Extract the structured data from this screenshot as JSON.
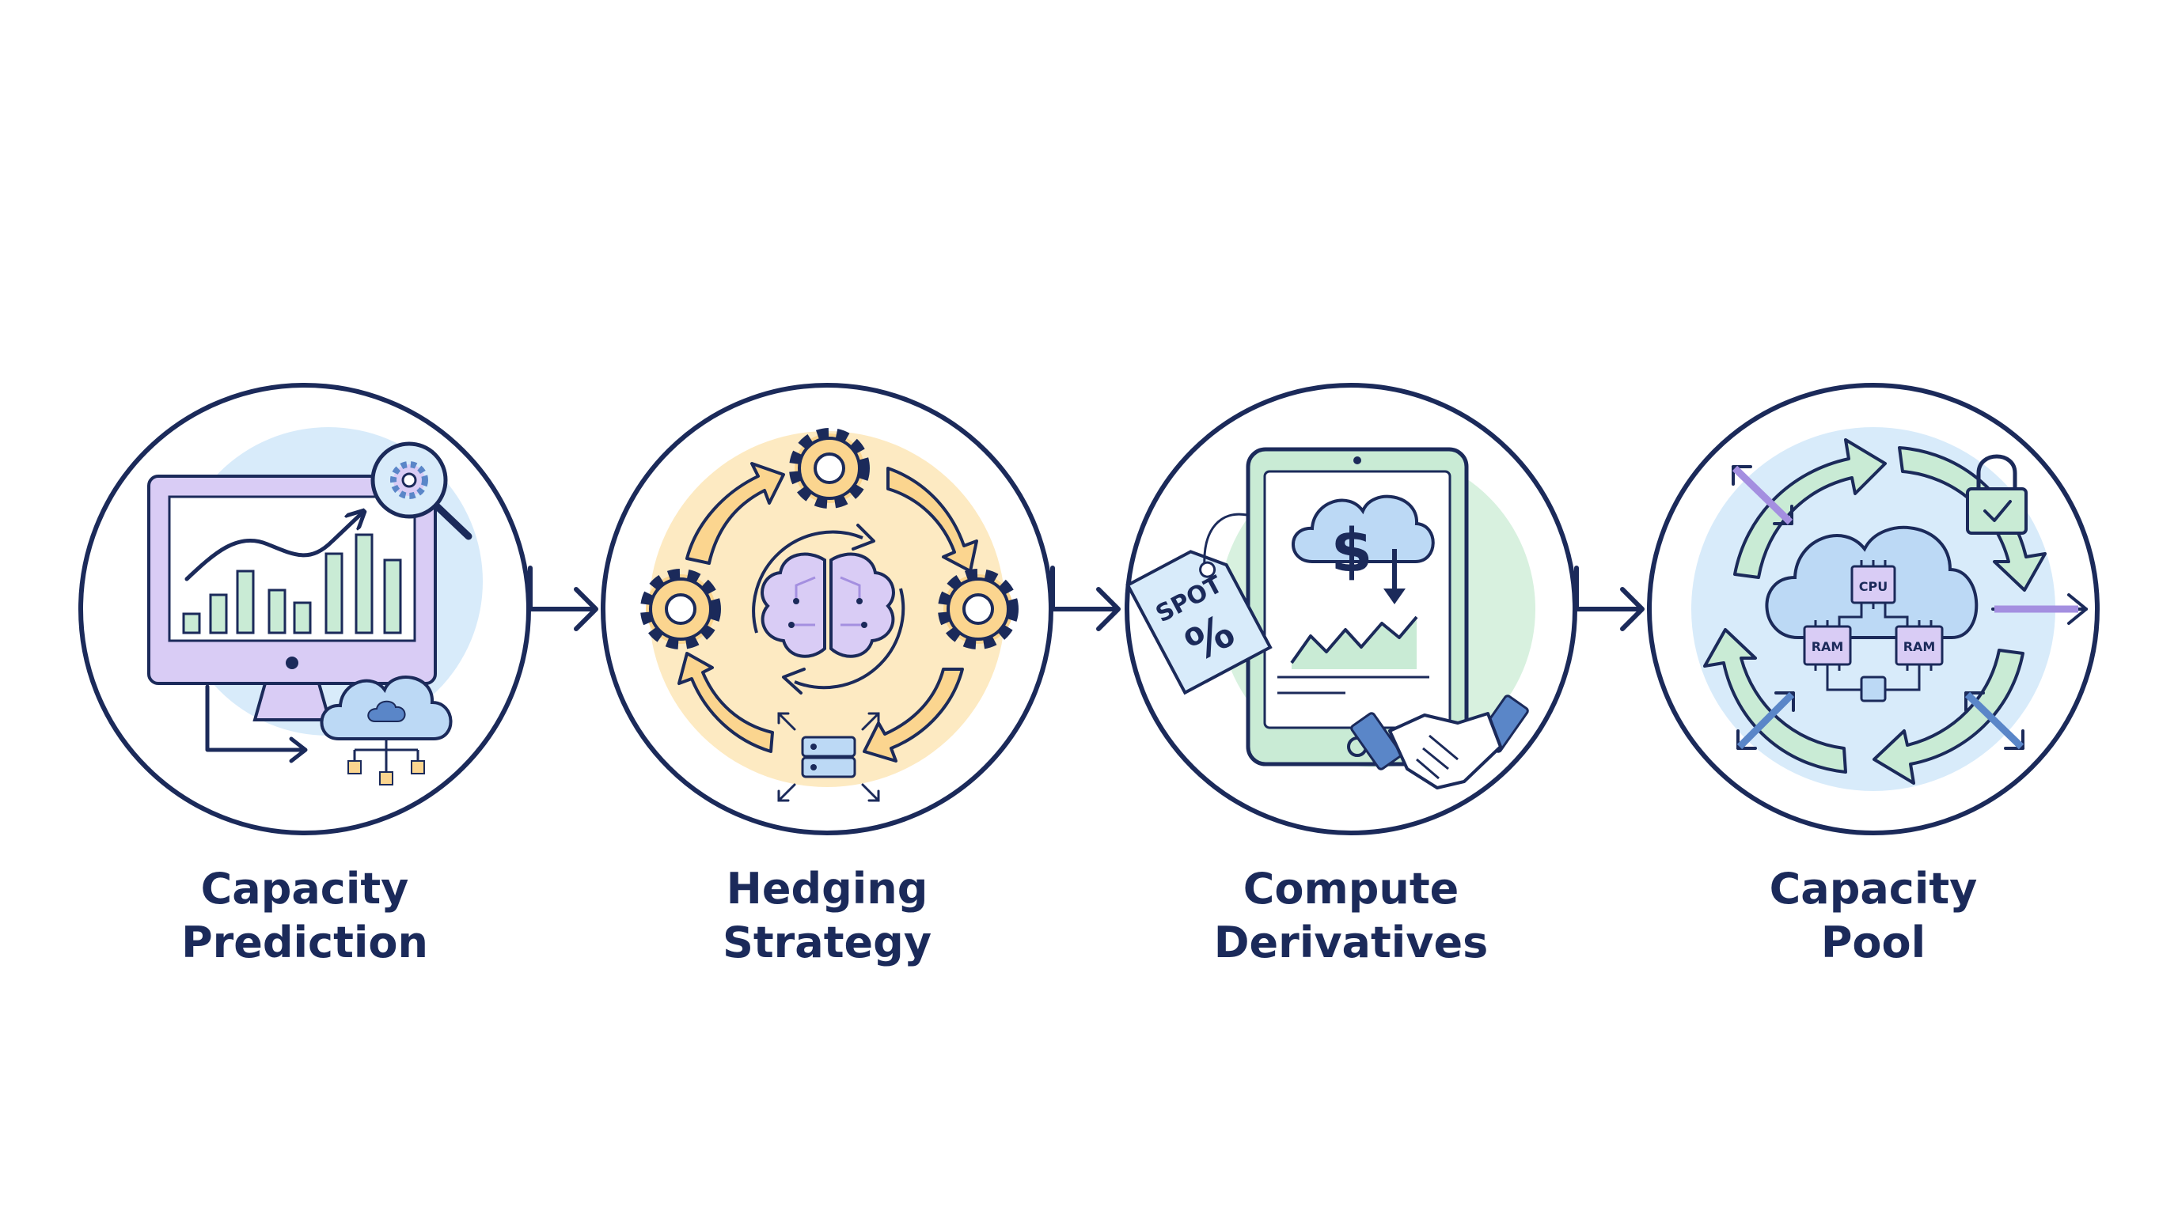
{
  "colors": {
    "ink": "#1b2a5a",
    "purple": "#a48fe0",
    "purple_fill": "#d9ccf5",
    "green": "#8cd1a7",
    "green_fill": "#c9ebd5",
    "blue_bg": "#d8ebfa",
    "blue_fill": "#bcd9f5",
    "blue_stroke": "#5a86c8",
    "orange": "#f2b449",
    "orange_fill": "#fbd58f",
    "orange_bg": "#fdeac2",
    "mint_bg": "#d8f1df"
  },
  "steps": [
    {
      "label_line1": "Capacity",
      "label_line2": "Prediction",
      "icon": "monitor-growth-chart-icon"
    },
    {
      "label_line1": "Hedging",
      "label_line2": "Strategy",
      "icon": "brain-gears-cycle-icon"
    },
    {
      "label_line1": "Compute",
      "label_line2": "Derivatives",
      "icon": "tablet-spot-handshake-icon"
    },
    {
      "label_line1": "Capacity",
      "label_line2": "Pool",
      "icon": "cloud-resource-pool-icon"
    }
  ],
  "step2": {
    "spot_tag_text": "SPOT",
    "percent_symbol": "%",
    "dollar_symbol": "$"
  },
  "step3": {
    "chip_cpu": "CPU",
    "chip_ram_left": "RAM",
    "chip_ram_right": "RAM"
  }
}
